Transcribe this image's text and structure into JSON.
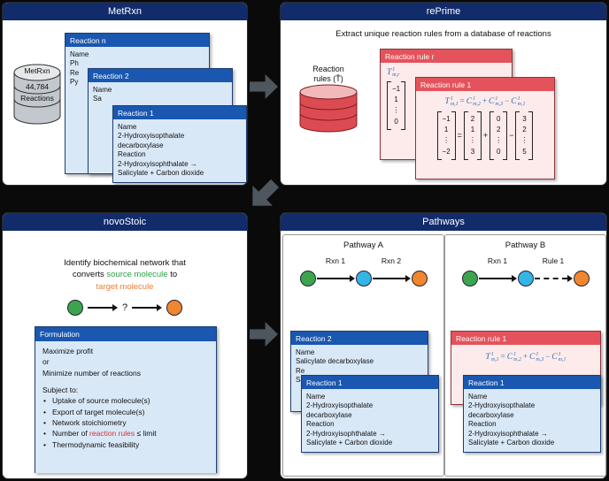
{
  "colors": {
    "panel_header_navy": "#122c6b",
    "card_header_blue": "#1a57b0",
    "card_body_blue": "#d9e8f7",
    "card_header_red": "#e4535c",
    "card_body_pink": "#fcebea",
    "equation_blue": "#2f6fb8",
    "source_green": "#2f9e46",
    "target_orange": "#ee7e31",
    "intermediate_cyan": "#35b5e5",
    "emphasis_red": "#d5332f",
    "flow_arrow_gray": "#4e565e"
  },
  "metrxn": {
    "title": "MetRxn",
    "database": {
      "name": "MetRxn",
      "count": "44,784",
      "unit": "Reactions"
    },
    "card_n": {
      "title": "Reaction n",
      "lines": [
        "Name",
        "Ph",
        "Re",
        "Py"
      ]
    },
    "card_2": {
      "title": "Reaction 2",
      "lines": [
        "Name",
        "Sa"
      ]
    },
    "card_1": {
      "title": "Reaction 1",
      "lines": [
        "Name",
        "2-Hydroxyisopthalate",
        "decarboxylase",
        "Reaction",
        "2-Hydroxyisophthalate →",
        "Salicylate + Carbon dioxide"
      ]
    }
  },
  "reprime": {
    "title": "rePrime",
    "subtitle": "Extract unique reaction rules from a database of reactions",
    "database": {
      "line1": "Reaction",
      "line2": "rules (T̄)"
    },
    "card_r": {
      "title": "Reaction rule r",
      "symbol": [
        {
          "b": "T",
          "sup": "1",
          "sub": "m,r"
        }
      ],
      "vector": [
        "−1",
        "1",
        "⋮",
        "0"
      ]
    },
    "card_1": {
      "title": "Reaction rule 1",
      "equation": [
        {
          "b": "T",
          "sup": "1",
          "sub": "m,1"
        },
        {
          "op": "="
        },
        {
          "b": "C",
          "sup": "1",
          "sub": "m,2"
        },
        {
          "op": "+"
        },
        {
          "b": "C",
          "sup": "1",
          "sub": "m,3"
        },
        {
          "op": "−"
        },
        {
          "b": "C",
          "sup": "1",
          "sub": "m,1"
        }
      ],
      "matrix": {
        "result": [
          "−1",
          "1",
          "⋮",
          "−2"
        ],
        "op1": "=",
        "a": [
          "2",
          "1",
          "⋮",
          "3"
        ],
        "op2": "+",
        "b": [
          "0",
          "2",
          "⋮",
          "0"
        ],
        "op3": "−",
        "c": [
          "3",
          "2",
          "⋮",
          "5"
        ]
      }
    }
  },
  "novostoic": {
    "title": "novoStoic",
    "intro": {
      "line1": "Identify biochemical network that",
      "line2_pre": "converts ",
      "line2_green": "source molecule",
      "line2_post": " to",
      "line3": "target molecule"
    },
    "question_mark": "?",
    "formulation": {
      "title": "Formulation",
      "objective_lines": [
        "Maximize profit",
        "or",
        "Minimize number of reactions"
      ],
      "subject_label": "Subject to:",
      "constraints": [
        {
          "text": "Uptake of source molecule(s)"
        },
        {
          "text": "Export of target molecule(s)"
        },
        {
          "text": "Network stoichiometry"
        },
        {
          "pre": "Number of ",
          "red": "reaction rules",
          "post": " ≤ limit"
        },
        {
          "text": "Thermodynamic feasibility"
        }
      ]
    }
  },
  "pathways": {
    "title": "Pathways",
    "pathway_a": {
      "title": "Pathway A",
      "step1_label": "Rxn 1",
      "step2_label": "Rxn 2",
      "card_2": {
        "title": "Reaction 2",
        "lines": [
          "Name",
          "Salicylate decarboxylase",
          "Re",
          "Sa"
        ]
      },
      "card_1": {
        "title": "Reaction 1",
        "lines": [
          "Name",
          "2-Hydroxyisopthalate",
          "decarboxylase",
          "Reaction",
          "2-Hydroxyisophthalate →",
          "Salicylate + Carbon dioxide"
        ]
      }
    },
    "pathway_b": {
      "title": "Pathway B",
      "step1_label": "Rxn 1",
      "step2_label": "Rule 1",
      "rule_card": {
        "title": "Reaction rule 1",
        "equation": [
          {
            "b": "T",
            "sup": "1",
            "sub": "m,1"
          },
          {
            "op": "="
          },
          {
            "b": "C",
            "sup": "1",
            "sub": "m,2"
          },
          {
            "op": "+"
          },
          {
            "b": "C",
            "sup": "1",
            "sub": "m,3"
          },
          {
            "op": "−"
          },
          {
            "b": "C",
            "sup": "1",
            "sub": "m,1"
          }
        ]
      },
      "card_1": {
        "title": "Reaction 1",
        "lines": [
          "Name",
          "2-Hydroxyisopthalate",
          "decarboxylase",
          "Reaction",
          "2-Hydroxyisophthalate →",
          "Salicylate + Carbon dioxide"
        ]
      }
    }
  }
}
